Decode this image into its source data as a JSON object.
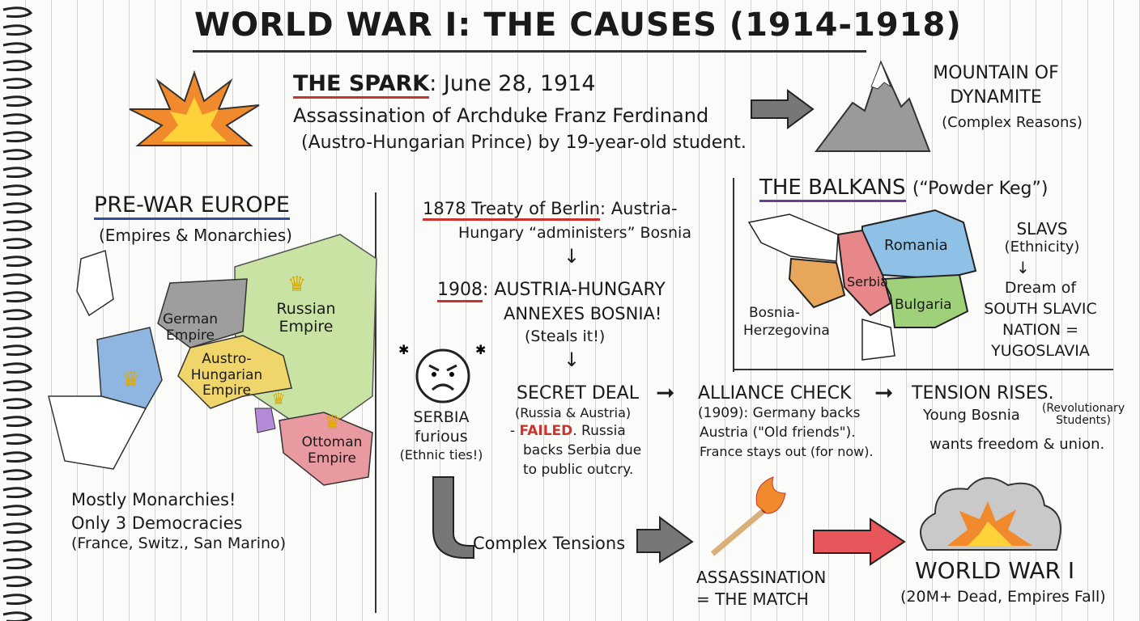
{
  "title": "WORLD WAR I: THE CAUSES (1914-1918)",
  "spark": {
    "heading": "THE SPARK",
    "date": ": June 28, 1914",
    "line1": "Assassination of Archduke Franz Ferdinand",
    "line2": "(Austro-Hungarian Prince) by 19-year-old student."
  },
  "mountain": {
    "line1": "MOUNTAIN OF",
    "line2": "DYNAMITE",
    "line3": "(Complex Reasons)"
  },
  "prewar": {
    "heading": "PRE-WAR EUROPE",
    "sub": "(Empires & Monarchies)",
    "labels": [
      "German Empire",
      "Russian Empire",
      "Austro-Hungarian Empire",
      "Ottoman Empire"
    ],
    "note1": "Mostly Monarchies!",
    "note2": "Only 3 Democracies",
    "note3": "(France, Switz., San Marino)"
  },
  "timeline": {
    "treaty_heading": "1878 Treaty of Berlin",
    "treaty_rest": ": Austria-",
    "treaty_line2": "Hungary “administers” Bosnia",
    "y1908": "1908",
    "annex1": ": AUSTRIA-HUNGARY",
    "annex2": "ANNEXES BOSNIA!",
    "annex3": "(Steals it!)"
  },
  "serbia": {
    "line1": "SERBIA",
    "line2": "furious",
    "line3": "(Ethnic ties!)"
  },
  "secret": {
    "heading": "SECRET DEAL",
    "line1": "(Russia & Austria)",
    "failed": "FAILED",
    "line2": ". Russia",
    "line3": "backs Serbia due",
    "line4": "to public outcry."
  },
  "alliance": {
    "heading": "ALLIANCE CHECK",
    "line1": "(1909): Germany backs",
    "line2": "Austria (\"Old friends\").",
    "line3": "France stays out (for now)."
  },
  "tension": {
    "heading": "TENSION RISES.",
    "line1": "Young Bosnia",
    "note": "(Revolutionary Students)",
    "line2": "wants freedom & union."
  },
  "balkans": {
    "heading": "THE BALKANS",
    "sub": "(“Powder Keg”)",
    "regions": [
      "Romania",
      "Serbia",
      "Bulgaria"
    ],
    "bosnia1": "Bosnia-",
    "bosnia2": "Herzegovina",
    "slavs1": "SLAVS",
    "slavs2": "(Ethnicity)",
    "dream": [
      "Dream of",
      "SOUTH SLAVIC",
      "NATION =",
      "YUGOSLAVIA"
    ]
  },
  "bottom": {
    "complex": "Complex Tensions",
    "match1": "ASSASSINATION",
    "match2": "= THE MATCH",
    "ww1": "WORLD WAR I",
    "ww1_sub": "(20M+ Dead, Empires Fall)"
  },
  "colors": {
    "red": "#c8352e",
    "blue": "#2d4f9a",
    "purple": "#6b3f8f",
    "romania": "#8fc0e6",
    "serbia": "#e8878a",
    "bulgaria": "#9fd07a",
    "bosnia": "#e8a65a",
    "russia": "#c9e3a4",
    "austria": "#f0d56a",
    "germany": "#9e9e9e",
    "france": "#8fb6e0",
    "ottoman": "#e89aa0"
  }
}
